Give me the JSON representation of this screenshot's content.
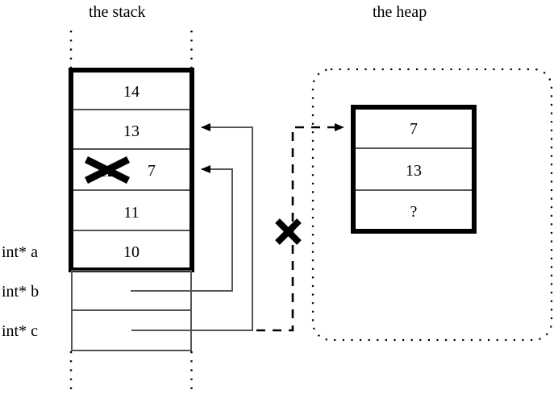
{
  "diagram": {
    "titles": {
      "stack": "the stack",
      "heap": "the heap"
    },
    "stack": {
      "frame_cells": [
        {
          "value": "14"
        },
        {
          "value": "13"
        },
        {
          "value": "12",
          "struck": true,
          "new_value": "7"
        },
        {
          "value": "11"
        },
        {
          "value": "10"
        }
      ],
      "pointer_cells": [
        {
          "value": ""
        },
        {
          "value": ""
        }
      ],
      "labels": [
        {
          "text": "int* a"
        },
        {
          "text": "int* b"
        },
        {
          "text": "int* c"
        }
      ]
    },
    "heap": {
      "cells": [
        {
          "value": "7"
        },
        {
          "value": "13"
        },
        {
          "value": "?"
        }
      ]
    },
    "marks": {
      "cross_stack_cell": "✕",
      "cross_heap_pointer": "✕"
    },
    "colors": {
      "ink": "#000000",
      "background": "#ffffff",
      "cell_divider": "#555555",
      "connector": "#555555"
    }
  }
}
